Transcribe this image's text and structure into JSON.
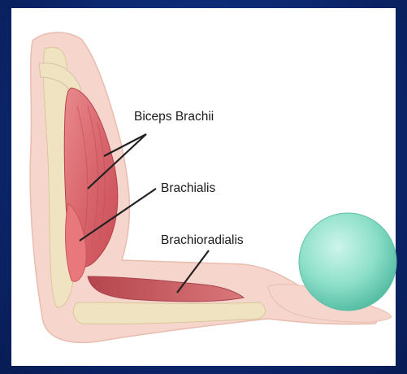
{
  "diagram": {
    "labels": {
      "biceps": "Biceps Brachii",
      "brachialis": "Brachialis",
      "brachioradialis": "Brachioradialis"
    },
    "colors": {
      "background": "#0d2a74",
      "skin": "#f6d6cc",
      "muscle": "#d9666d",
      "bone": "#efe3c2",
      "ball": "#8ee0c9"
    }
  }
}
